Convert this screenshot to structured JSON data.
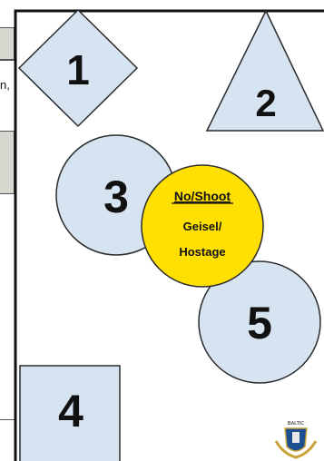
{
  "sidebar": {
    "partial_text": "n,"
  },
  "targets": [
    {
      "id": "diamond",
      "label": "1"
    },
    {
      "id": "triangle",
      "label": "2"
    },
    {
      "id": "circle-3",
      "label": "3"
    },
    {
      "id": "square",
      "label": "4"
    },
    {
      "id": "circle-5",
      "label": "5"
    }
  ],
  "no_shoot": {
    "line1": "No/Shoot",
    "line2": "Geisel/",
    "line3": "Hostage"
  },
  "colors": {
    "target_fill": "#d6e4f1",
    "target_stroke": "#2b2b2b",
    "no_shoot_fill": "#ffe000",
    "frame": "#111111"
  },
  "logo": {
    "name": "shooting-club-emblem-icon",
    "text": "BALTIC"
  }
}
